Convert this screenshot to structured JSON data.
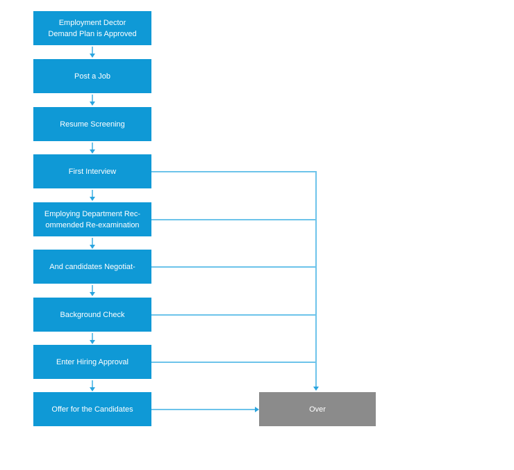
{
  "flowchart": {
    "steps": [
      {
        "name": "employment-demand-plan-approved",
        "lines": [
          "Employment Dector",
          "Demand Plan is Approved"
        ]
      },
      {
        "name": "post-a-job",
        "label": "Post a Job"
      },
      {
        "name": "resume-screening",
        "label": "Resume Screening"
      },
      {
        "name": "first-interview",
        "label": "First Interview"
      },
      {
        "name": "employing-department-reexamination",
        "lines": [
          "Employing Department Rec-",
          "ommended Re-examination"
        ]
      },
      {
        "name": "candidates-negotiate",
        "label": "And candidates Negotiat-"
      },
      {
        "name": "background-check",
        "label": "Background Check"
      },
      {
        "name": "enter-hiring-approval",
        "label": "Enter Hiring Approval"
      },
      {
        "name": "offer-for-candidates",
        "label": "Offer for the Candidates"
      }
    ],
    "end_node": {
      "name": "over",
      "label": "Over"
    },
    "colors": {
      "step_fill": "#0f99d6",
      "end_fill": "#8b8b8b",
      "connector": "#6cc3ea",
      "arrowhead": "#2aa5df",
      "text": "#ffffff"
    }
  }
}
